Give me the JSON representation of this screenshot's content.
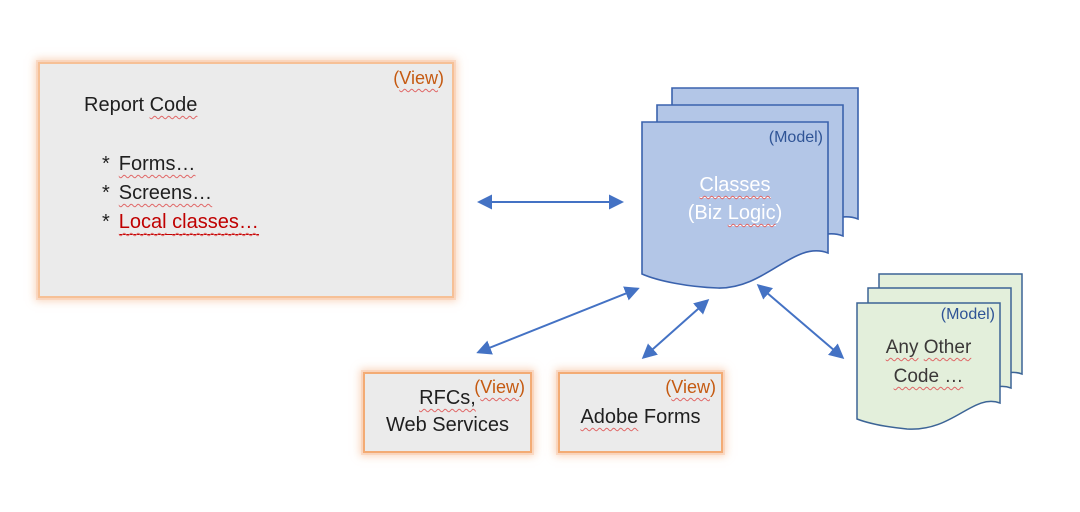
{
  "diagram": {
    "colors": {
      "arrow_blue": "#4472c4",
      "doc_blue_fill": "#b3c6e7",
      "doc_blue_stroke": "#3a62ad",
      "doc_green_fill": "#e3efdb",
      "doc_green_stroke": "#3c6496",
      "box_fill": "#ebebeb",
      "box_border_orange": "#f3ab74",
      "view_text_orange": "#c55a11",
      "model_text_blue": "#2f5496",
      "red_text": "#c00000",
      "squiggle_red": "#e06666"
    },
    "report_box": {
      "tag_open": "(",
      "tag_word": "View",
      "tag_close": ")",
      "title_plain": "Report",
      "title_wavy": "Code",
      "bullet1_prefix": "*",
      "bullet1_text": "Forms…",
      "bullet2_prefix": "*",
      "bullet2_text": "Screens…",
      "bullet3_prefix": "*",
      "bullet3_word1": "Local",
      "bullet3_word2": "classes…"
    },
    "classes_stack": {
      "tag_open": "(",
      "tag_word": "Model",
      "tag_close": ")",
      "line1": "Classes",
      "line2_open": "(Biz",
      "line2_word": "Logic",
      "line2_close": ")"
    },
    "rfc_box": {
      "tag_open": "(",
      "tag_word": "View",
      "tag_close": ")",
      "line1": "RFCs,",
      "line2": "Web Services"
    },
    "adobe_box": {
      "tag_open": "(",
      "tag_word": "View",
      "tag_close": ")",
      "line1_wavy": "Adobe",
      "line1_plain": "Forms"
    },
    "other_stack": {
      "tag_open": "(",
      "tag_word": "Model",
      "tag_close": ")",
      "line1_word1": "Any",
      "line1_word2": "Other",
      "line2": "Code …"
    },
    "arrows": [
      {
        "from": "report-code-box",
        "to": "classes-stack",
        "bidirectional": true
      },
      {
        "from": "classes-stack",
        "to": "rfc-box",
        "bidirectional": true
      },
      {
        "from": "classes-stack",
        "to": "adobe-forms-box",
        "bidirectional": true
      },
      {
        "from": "classes-stack",
        "to": "any-other-code-stack",
        "bidirectional": true
      }
    ]
  }
}
